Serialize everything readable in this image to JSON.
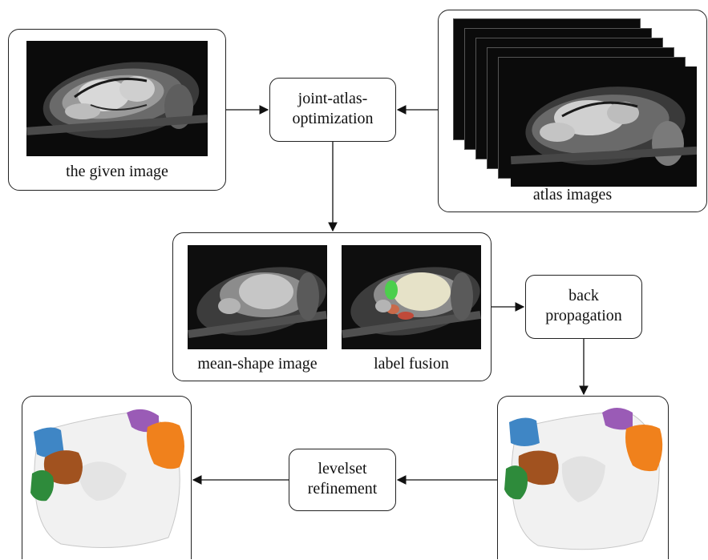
{
  "given_image": {
    "caption": "the given image"
  },
  "atlas": {
    "caption": "atlas images"
  },
  "joint_node": {
    "line1": "joint-atlas-",
    "line2": "optimization"
  },
  "fusion_panel": {
    "left_caption": "mean-shape image",
    "right_caption": "label fusion"
  },
  "back_node": {
    "line1": "back",
    "line2": "propagation"
  },
  "levelset_node": {
    "line1": "levelset",
    "line2": "refinement"
  },
  "colors": {
    "border": "#222222",
    "scan_bg": "#0b0b0b",
    "mesh": "#f1f1f1",
    "blue": "#3f86c5",
    "orange": "#f0811c",
    "brown": "#a1521f",
    "purple": "#9a5bb6",
    "green": "#2e8b3b"
  }
}
